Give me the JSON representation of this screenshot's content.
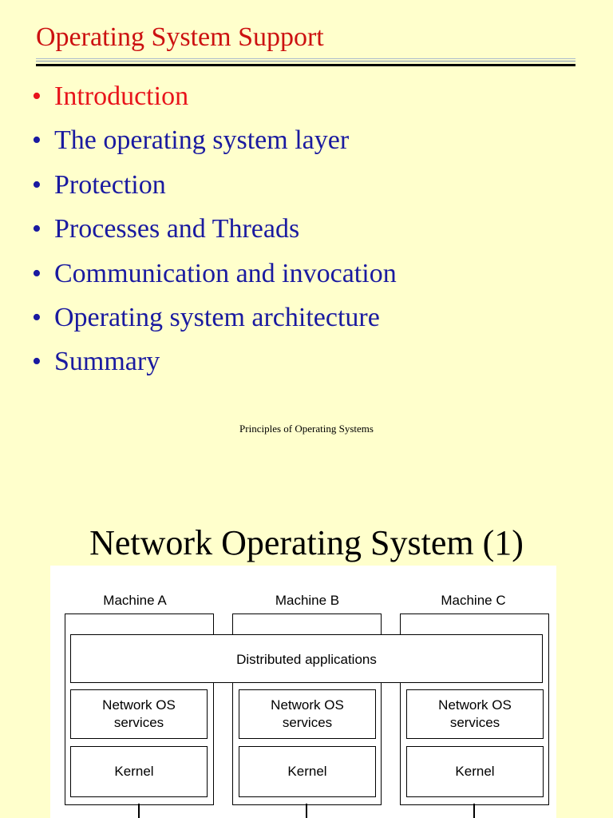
{
  "slide1": {
    "title": "Operating System Support",
    "bullets": [
      {
        "text": "Introduction",
        "active": true
      },
      {
        "text": "The operating system layer",
        "active": false
      },
      {
        "text": "Protection",
        "active": false
      },
      {
        "text": "Processes and Threads",
        "active": false
      },
      {
        "text": "Communication and invocation",
        "active": false
      },
      {
        "text": "Operating system architecture",
        "active": false
      },
      {
        "text": "Summary",
        "active": false
      }
    ],
    "bullet_glyph": "•",
    "footer": "Principles of Operating Systems"
  },
  "slide2": {
    "title": "Network Operating System (1)",
    "machines": [
      "Machine A",
      "Machine B",
      "Machine C"
    ],
    "distributed_label": "Distributed applications",
    "services_label_line1": "Network OS",
    "services_label_line2": "services",
    "kernel_label": "Kernel"
  },
  "colors": {
    "background": "#ffffcc",
    "title_red": "#cc1111",
    "bullet_blue": "#1a1aa0",
    "active_red": "#e8141b"
  }
}
